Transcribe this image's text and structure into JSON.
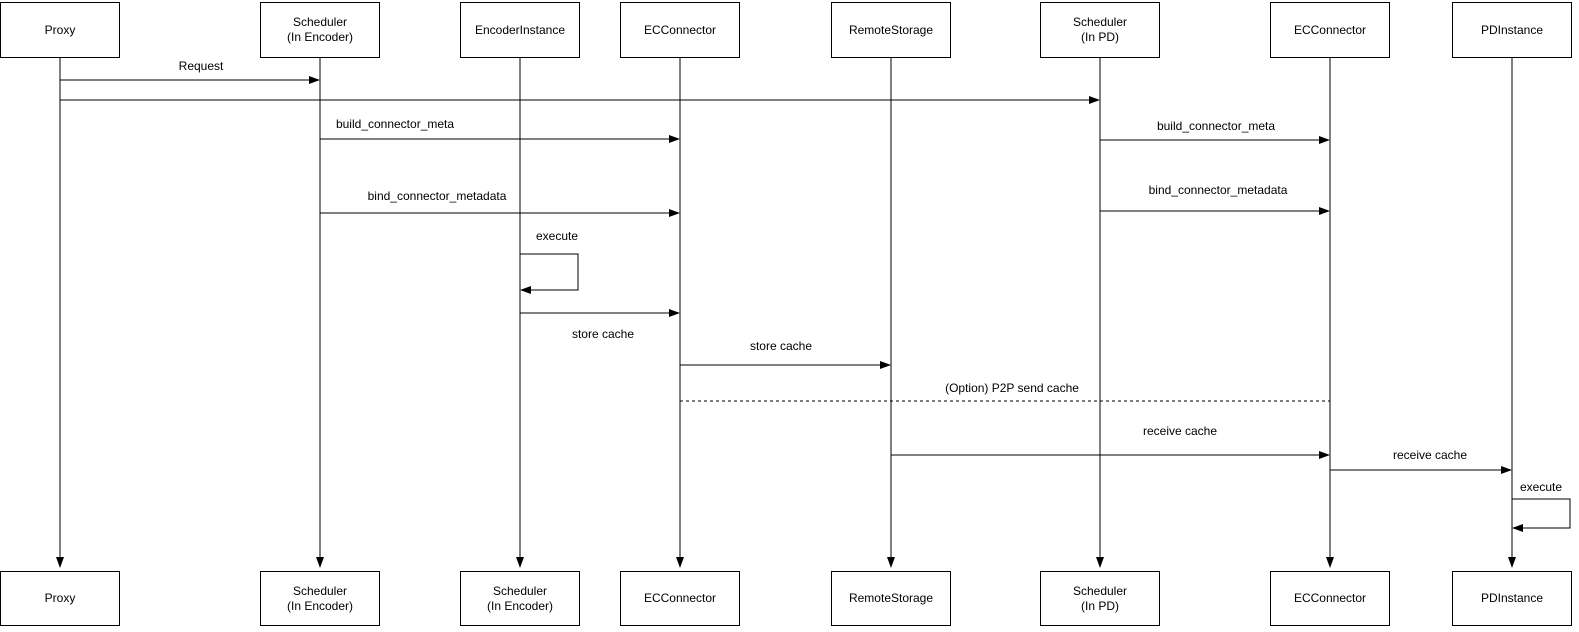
{
  "colors": {
    "stroke": "#000000",
    "text": "#000000",
    "background": "#ffffff"
  },
  "actors_top": [
    {
      "label": "Proxy"
    },
    {
      "label": "Scheduler\n(In Encoder)"
    },
    {
      "label": "EncoderInstance"
    },
    {
      "label": "ECConnector"
    },
    {
      "label": "RemoteStorage"
    },
    {
      "label": "Scheduler\n(In PD)"
    },
    {
      "label": "ECConnector"
    },
    {
      "label": "PDInstance"
    }
  ],
  "actors_bottom": [
    {
      "label": "Proxy"
    },
    {
      "label": "Scheduler\n(In Encoder)"
    },
    {
      "label": "Scheduler\n(In Encoder)"
    },
    {
      "label": "ECConnector"
    },
    {
      "label": "RemoteStorage"
    },
    {
      "label": "Scheduler\n(In PD)"
    },
    {
      "label": "ECConnector"
    },
    {
      "label": "PDInstance"
    }
  ],
  "messages": [
    {
      "label": "Request",
      "from": "Proxy",
      "to": "Scheduler (In Encoder)",
      "style": "solid-arrow"
    },
    {
      "label": "",
      "from": "Proxy",
      "to": "Scheduler (In PD)",
      "style": "solid-arrow"
    },
    {
      "label": "build_connector_meta",
      "from": "Scheduler (In Encoder)",
      "to": "ECConnector",
      "style": "solid-arrow"
    },
    {
      "label": "build_connector_meta",
      "from": "Scheduler (In PD)",
      "to": "ECConnector",
      "style": "solid-arrow"
    },
    {
      "label": "bind_connector_metadata",
      "from": "Scheduler (In Encoder)",
      "to": "ECConnector",
      "style": "solid-arrow"
    },
    {
      "label": "bind_connector_metadata",
      "from": "Scheduler (In PD)",
      "to": "ECConnector",
      "style": "solid-arrow"
    },
    {
      "label": "execute",
      "from": "EncoderInstance",
      "to": "EncoderInstance",
      "style": "self-loop"
    },
    {
      "label": "store cache",
      "from": "EncoderInstance",
      "to": "ECConnector",
      "style": "solid-arrow"
    },
    {
      "label": "store cache",
      "from": "ECConnector",
      "to": "RemoteStorage",
      "style": "solid-arrow"
    },
    {
      "label": "(Option) P2P send cache",
      "from": "ECConnector",
      "to": "ECConnector",
      "style": "dashed-line"
    },
    {
      "label": "receive cache",
      "from": "RemoteStorage",
      "to": "ECConnector",
      "style": "solid-arrow"
    },
    {
      "label": "receive cache",
      "from": "ECConnector",
      "to": "PDInstance",
      "style": "solid-arrow"
    },
    {
      "label": "execute",
      "from": "PDInstance",
      "to": "PDInstance",
      "style": "self-loop"
    }
  ]
}
